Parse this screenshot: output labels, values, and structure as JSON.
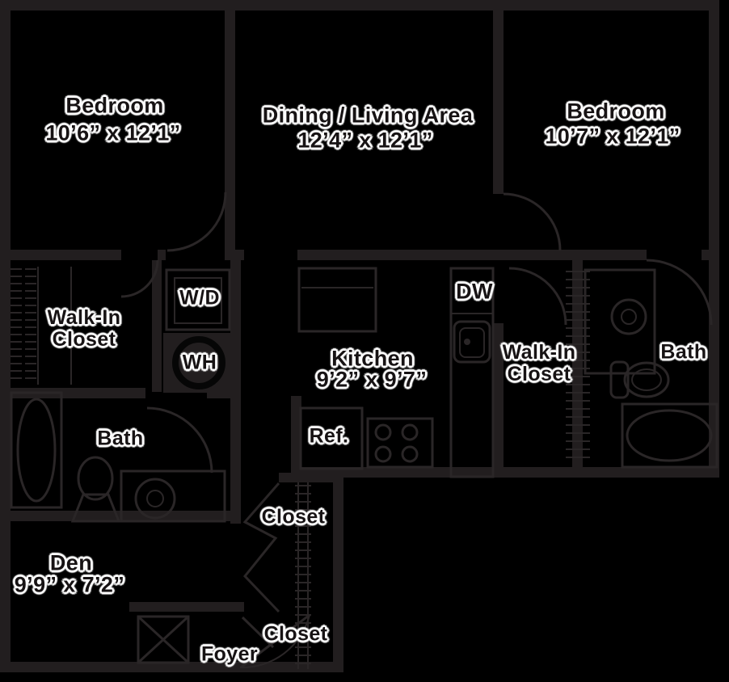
{
  "colors": {
    "background": "#000000",
    "wall": "#221e1f",
    "fixture": "#2a2627",
    "text": "#171314",
    "halo": "#ffffff"
  },
  "rooms": {
    "bedroom_left": {
      "name": "Bedroom",
      "dims": "10’6” x 12’1”"
    },
    "dining_living": {
      "name": "Dining / Living Area",
      "dims": "12’4” x 12’1”"
    },
    "bedroom_right": {
      "name": "Bedroom",
      "dims": "10’7” x 12’1”"
    },
    "kitchen": {
      "name": "Kitchen",
      "dims": "9’2” x 9’7”"
    },
    "den": {
      "name": "Den",
      "dims": "9’9” x 7’2”"
    },
    "walk_in_closet_left": {
      "line1": "Walk-In",
      "line2": "Closet"
    },
    "walk_in_closet_right": {
      "line1": "Walk-In",
      "line2": "Closet"
    },
    "bath_left": {
      "name": "Bath"
    },
    "bath_right": {
      "name": "Bath"
    },
    "closet_hall": {
      "name": "Closet"
    },
    "closet_foyer": {
      "name": "Closet"
    },
    "foyer": {
      "name": "Foyer"
    }
  },
  "fixtures": {
    "washer_dryer": "W/D",
    "water_heater": "WH",
    "dishwasher": "DW",
    "refrigerator": "Ref."
  }
}
